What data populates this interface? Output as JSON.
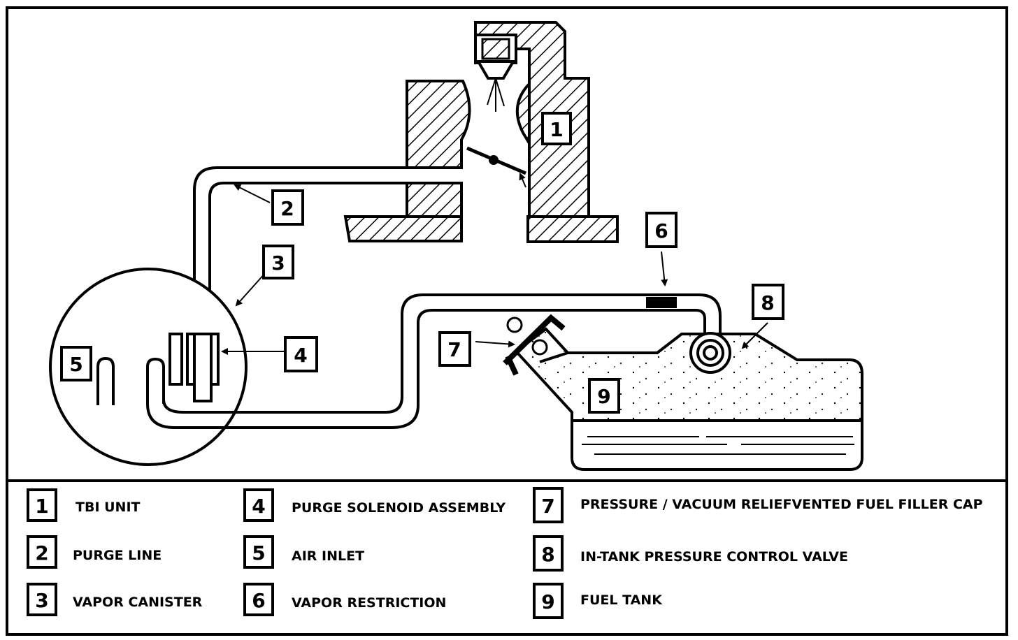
{
  "callouts": [
    "1",
    "2",
    "3",
    "4",
    "5",
    "6",
    "7",
    "8",
    "9"
  ],
  "legend": {
    "items": [
      {
        "num": "1",
        "label": "TBI UNIT"
      },
      {
        "num": "2",
        "label": "PURGE LINE"
      },
      {
        "num": "3",
        "label": "VAPOR CANISTER"
      },
      {
        "num": "4",
        "label": "PURGE SOLENOID ASSEMBLY"
      },
      {
        "num": "5",
        "label": "AIR INLET"
      },
      {
        "num": "6",
        "label": "VAPOR RESTRICTION"
      },
      {
        "num": "7",
        "label": "PRESSURE / VACUUM RELIEFVENTED FUEL FILLER CAP"
      },
      {
        "num": "8",
        "label": "IN-TANK  PRESSURE CONTROL VALVE"
      },
      {
        "num": "9",
        "label": "FUEL TANK"
      }
    ]
  },
  "colors": {
    "ink": "#000000",
    "paper": "#ffffff"
  }
}
